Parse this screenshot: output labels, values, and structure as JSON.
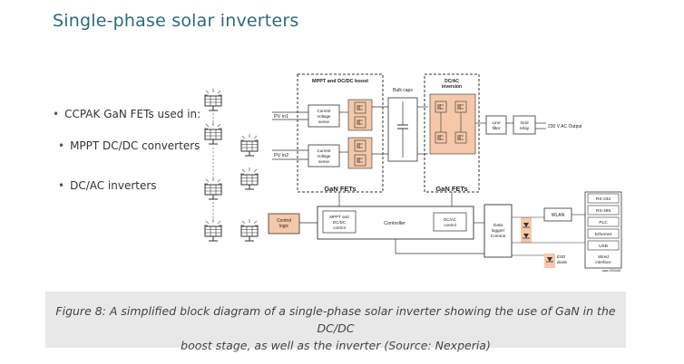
{
  "page": {
    "title": "Single-phase solar inverters",
    "bullets": [
      "CCPAK GaN FETs used in:",
      "MPPT DC/DC converters",
      "DC/AC inverters"
    ],
    "caption_line1": "Figure 8: A simplified block diagram of a single-phase solar inverter showing the use of GaN in the DC/DC",
    "caption_line2": "boost stage, as well as the inverter (Source: Nexperia)"
  },
  "diagram": {
    "mppt_header": "MPPT and DC/DC boost",
    "dcac_header_1": "DC/AC",
    "dcac_header_2": "inversion",
    "bulk_caps": "Bulk caps",
    "pv_in1": "PV in1",
    "pv_in2": "PV in2",
    "sense_1": "Current",
    "sense_2": "Voltage",
    "sense_3": "sense",
    "gan_fets": "GaN FETs",
    "line_filter_1": "Line",
    "line_filter_2": "filter",
    "grid_relay_1": "Grid",
    "grid_relay_2": "relay",
    "ac_output": "230 V AC Output",
    "control_logic_1": "Control",
    "control_logic_2": "logic",
    "mppt_ctrl_1": "MPPT and",
    "mppt_ctrl_2": "DC/DC",
    "mppt_ctrl_3": "control",
    "controller": "Controller",
    "dcac_ctrl_1": "DC/AC",
    "dcac_ctrl_2": "control",
    "data_logger_1": "Data",
    "data_logger_2": "logger/",
    "data_logger_3": "Comms",
    "wlan": "WLAN",
    "esd_1": "ESD",
    "esd_2": "diode",
    "interfaces": [
      "RS-232",
      "RS-485",
      "PLC",
      "Ethernet",
      "USB"
    ],
    "wired_1": "Wired",
    "wired_2": "interface",
    "ref": "aaa-033449",
    "colors": {
      "accent": "#f4c8a8",
      "line": "#333333"
    }
  }
}
